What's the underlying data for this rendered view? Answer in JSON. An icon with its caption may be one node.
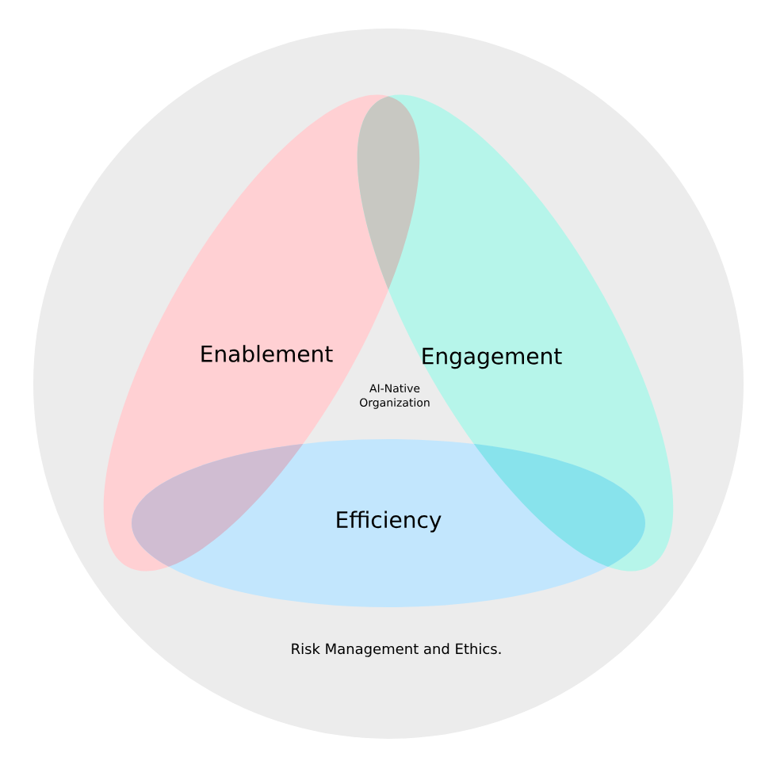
{
  "diagram": {
    "nodes": [
      {
        "text": [
          "Risk Management and Ethics."
        ]
      },
      {
        "text": [
          "Enablement"
        ],
        "in": 0
      },
      {
        "text": [
          "Engagement"
        ],
        "in": 0
      },
      {
        "text": [
          "Efficiency"
        ],
        "in": 0
      }
    ],
    "labels": [
      "AI-Native Organization"
    ]
  }
}
